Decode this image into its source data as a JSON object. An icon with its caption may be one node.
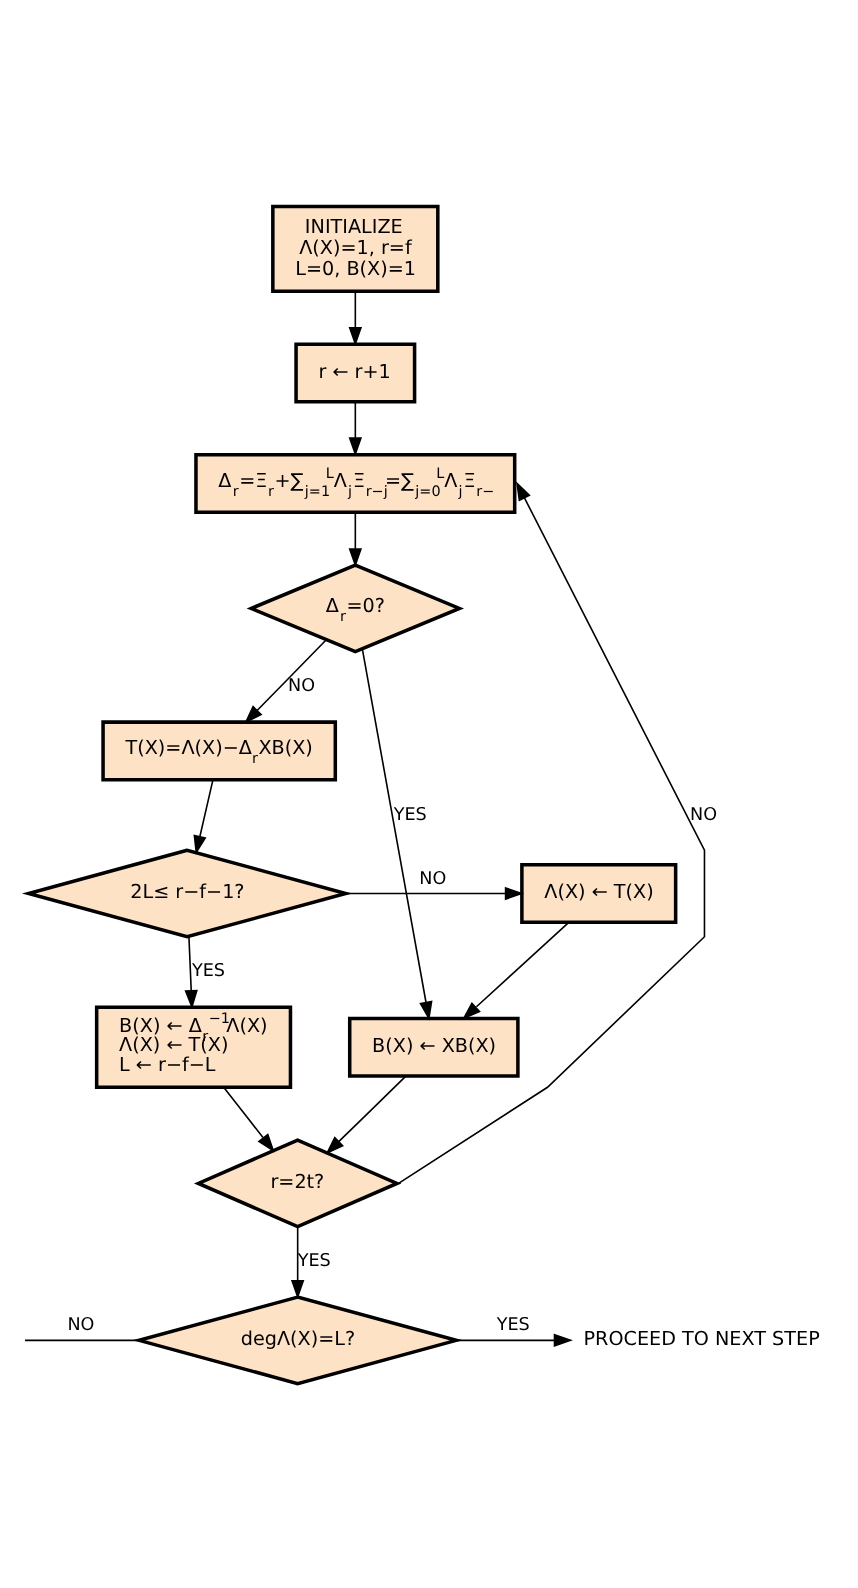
{
  "diagram": {
    "nodes": [
      {
        "text": [
          "INITIALIZE",
          "Λ(X)=1, r=f L=0, B(X)=1"
        ]
      },
      {
        "text": [
          "r ← r+1"
        ]
      },
      {
        "text": [
          "Δ$_{r}$=Ξ$_{r}$+∑$_{j=1}$$^{L}$Λ$_{j}$Ξ$_{r−j}$=∑$_{j=0}$$^{L}$Λ$_{j}$Ξ$_{r−}$"
        ]
      },
      {
        "text": [
          "Δ$_{r}$=0?"
        ]
      },
      {
        "text": [
          "T(X)=Λ(X)−Δ$_{r}$XB(X)"
        ]
      },
      {
        "text": [
          "2L≤ r−f−1?"
        ]
      },
      {
        "text": [
          "Λ(X) ← T(X)"
        ]
      },
      {
        "text": [
          "B(X) ← Δ$_{r}$$^{−1}$Λ(X) Λ(X) ← T(X) L ← r−f−L"
        ]
      },
      {
        "text": [
          "B(X) ← XB(X)"
        ]
      },
      {
        "text": [
          "r=2t?"
        ]
      },
      {
        "text": [
          "degΛ(X)=L?"
        ]
      },
      {
        "text": [
          "PROCEED TO NEXT STEP"
        ]
      }
    ],
    "edges": [
      {
        "from": 0,
        "to": 1,
        "arrow": "to"
      },
      {
        "from": 1,
        "to": 2,
        "arrow": "to"
      },
      {
        "from": 2,
        "to": 3,
        "arrow": "to"
      },
      {
        "from": 3,
        "to": 8,
        "arrow": "to",
        "label": "YES"
      },
      {
        "from": 3,
        "to": 4,
        "arrow": "to",
        "label": "NO"
      },
      {
        "from": 4,
        "to": 5,
        "arrow": "to"
      },
      {
        "from": 5,
        "to": 6,
        "arrow": "to",
        "label": "NO"
      },
      {
        "from": 6,
        "to": 8,
        "arrow": "to"
      },
      {
        "from": 5,
        "to": 7,
        "arrow": "to",
        "label": "YES"
      },
      {
        "from": 7,
        "to": 9,
        "arrow": "to"
      },
      {
        "from": 8,
        "to": 9,
        "arrow": "to"
      },
      {
        "from": 9,
        "to": 10,
        "arrow": "to",
        "label": "YES"
      },
      {
        "from": 9,
        "to": 2,
        "arrow": "to",
        "label": "NO"
      },
      {
        "from": 10,
        "to": 11,
        "arrow": "to",
        "label": "YES"
      },
      {
        "from": 10,
        "to": null,
        "arrow": "none",
        "label": "NO"
      }
    ]
  }
}
